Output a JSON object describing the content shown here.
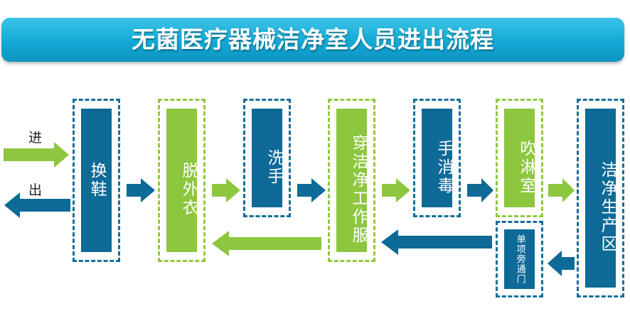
{
  "title": "无菌医疗器械洁净室人员进出流程",
  "labels": {
    "enter": "进",
    "exit": "出"
  },
  "steps": [
    {
      "id": "change-shoes",
      "label": "换鞋"
    },
    {
      "id": "remove-coat",
      "label": "脱外衣"
    },
    {
      "id": "wash-hands",
      "label": "洗手"
    },
    {
      "id": "wear-clean-clothes",
      "label": "穿洁净工作服"
    },
    {
      "id": "disinfect-hands",
      "label": "手消毒"
    },
    {
      "id": "air-shower",
      "label": "吹淋室"
    },
    {
      "id": "clean-area",
      "label": "洁净生产区"
    },
    {
      "id": "one-way-door",
      "label": "单项旁通门"
    }
  ],
  "colors": {
    "blue": "#0e6a97",
    "green": "#8dc63f",
    "banner": "#14a9d6"
  }
}
